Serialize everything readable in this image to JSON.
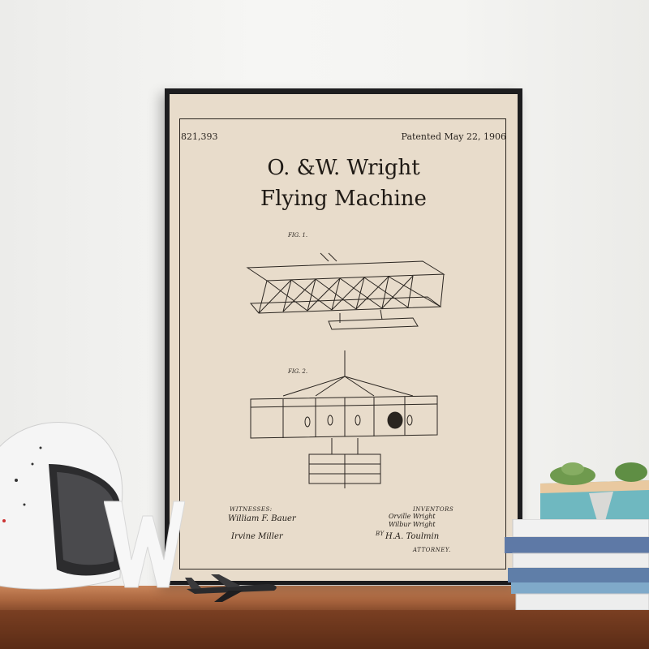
{
  "poster": {
    "patent_number": "821,393",
    "patent_date": "Patented May 22, 1906",
    "title_line1": "O. &W. Wright",
    "title_line2": "Flying Machine",
    "fig1_label": "FIG. 1.",
    "fig2_label": "FIG. 2.",
    "witnesses_label": "WITNESSES:",
    "witness1": "William F. Bauer",
    "witness2": "Irvine Miller",
    "inventors_label": "INVENTORS",
    "inventor1": "Orville Wright",
    "inventor2": "Wilbur Wright",
    "by_label": "BY",
    "attorney_sig": "H.A. Toulmin",
    "attorney_label": "ATTORNEY."
  },
  "colors": {
    "paper": "#e8dccb",
    "frame": "#1d1d1f",
    "ink": "#2a2520",
    "shelf": "#a9653e"
  },
  "objects": {
    "helmet": "white-motorcycle-helmet",
    "letter": "W",
    "model": "airplane-model",
    "books": "stacked-books",
    "plant": "succulent-planter"
  }
}
